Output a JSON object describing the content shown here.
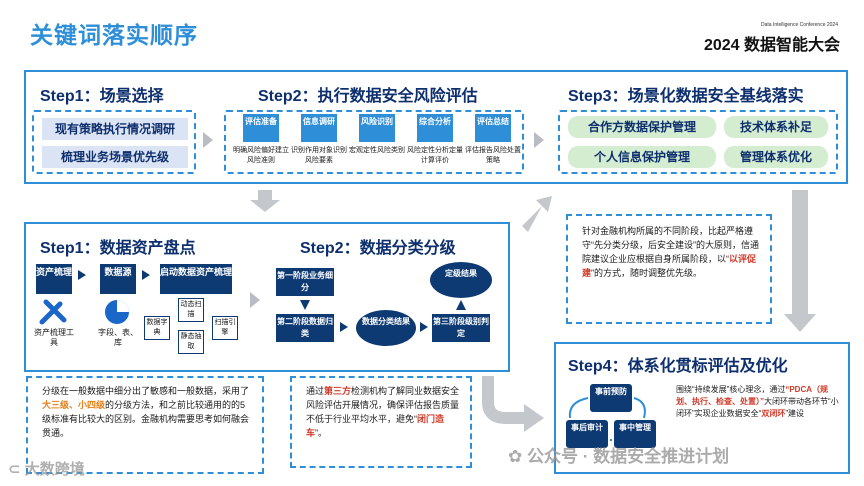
{
  "header": {
    "title": "关键词落实顺序",
    "conference_small": "Data Intelligence Conference 2024",
    "conference": "2024 数据智能大会"
  },
  "top_panel": {
    "step1": {
      "title": "Step1：场景选择",
      "items": [
        "现有策略执行情况调研",
        "梳理业务场景优先级"
      ]
    },
    "step2": {
      "title": "Step2：执行数据安全风险评估",
      "phases": [
        {
          "title": "评估准备",
          "desc": "明确风险偏好建立风险准则"
        },
        {
          "title": "信息调研",
          "desc": "识别作用对象识别风险要素"
        },
        {
          "title": "风险识别",
          "desc": "宏观定性风险类别"
        },
        {
          "title": "综合分析",
          "desc": "风险定性分析定量计算评价"
        },
        {
          "title": "评估总结",
          "desc": "评估报告风险处置策略"
        }
      ]
    },
    "step3": {
      "title": "Step3：场景化数据安全基线落实",
      "items": [
        "合作方数据保护管理",
        "技术体系补足",
        "个人信息保护管理",
        "管理体系优化"
      ]
    }
  },
  "middle_panel": {
    "step1": {
      "title": "Step1：数据资产盘点",
      "boxes": [
        "资产梳理",
        "数据源",
        "启动数据资产梳理"
      ],
      "labels": [
        "资产梳理工具",
        "字段、表、库",
        "数据字典",
        "动态扫描",
        "静态抽取",
        "扫描引擎"
      ]
    },
    "step2": {
      "title": "Step2：数据分类分级",
      "boxes": [
        "第一阶段业务细分",
        "第二阶段数据归类",
        "数据分类结果",
        "第三阶段级别判定",
        "定级结果"
      ]
    }
  },
  "right_note": {
    "text_a": "针对金融机构所属的不同阶段，比起严格遵守“先分类分级，后安全建设”的大原则，信通院建议企业应根据自身所属阶段，以“",
    "highlight": "以评促建",
    "text_b": "”的方式，随时调整优先级。"
  },
  "note_left": {
    "a": "分级在一般数据中细分出了敏感和一般数据，采用了",
    "hl": "大三级、小四级",
    "b": "的分级方法，和之前比较通用的的5级标准有比较大的区别。金融机构需要思考如何融会贯通。"
  },
  "note_mid": {
    "a": "通过",
    "hl1": "第三方",
    "b": "检测机构了解同业数据安全风险评估开展情况，确保评估报告质量不低于行业平均水平，避免“",
    "hl2": "闭门造车",
    "c": "”。"
  },
  "step4": {
    "title": "Step4：体系化贯标评估及优化",
    "cycle": [
      "事前预防",
      "事中管理",
      "事后审计"
    ],
    "text_a": "围绕“持续发展”核心理念，通过",
    "hl1": "“PDCA（规划、执行、检查、处置）”",
    "text_b": "大闭环带动各环节“小闭环”实现企业数据安全“",
    "hl2": "双闭环",
    "text_c": "”建设"
  },
  "watermark": {
    "left": "大数跨境",
    "right": "公众号 · 数据安全推进计划"
  },
  "colors": {
    "accent": "#2e8fd8",
    "navy": "#0e3a73",
    "orange": "#e57f1a",
    "green_pill": "#d4ecd0",
    "blue_pill": "#dbe4f4"
  }
}
